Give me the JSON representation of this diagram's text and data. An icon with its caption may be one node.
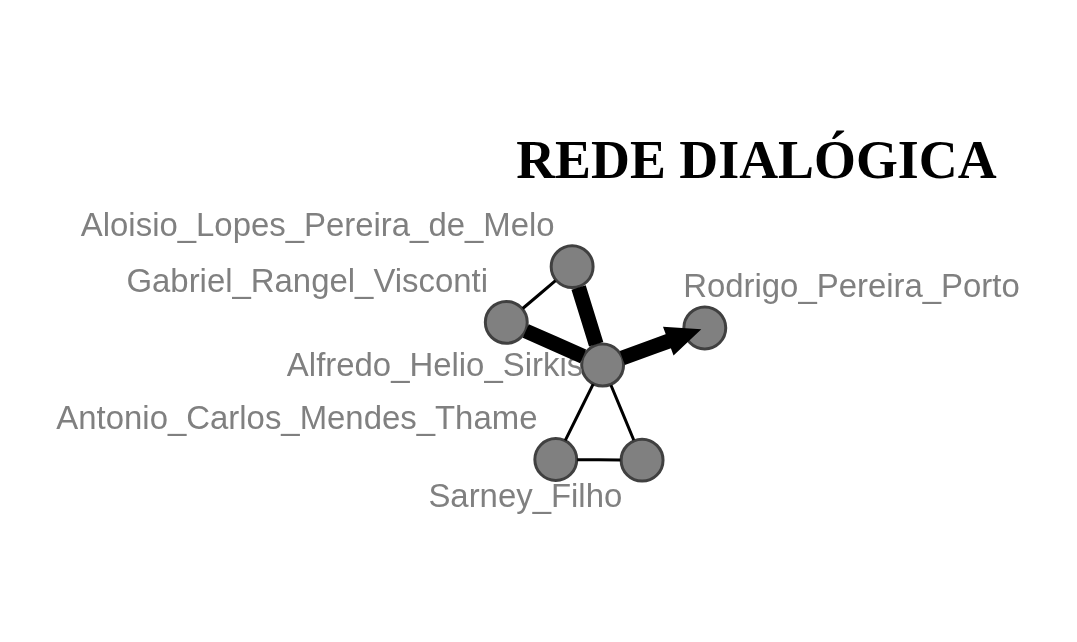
{
  "diagram": {
    "title": "REDE DIALÓGICA",
    "nodes": [
      {
        "text": [],
        "shape": "circle",
        "beside": [
          "Antonio_Carlos_Mendes_Thame"
        ]
      },
      {
        "text": [],
        "shape": "circle",
        "beside": [
          "Sarney_Filho"
        ]
      },
      {
        "text": [],
        "shape": "circle",
        "beside": [
          "Alfredo_Helio_Sirkis"
        ]
      },
      {
        "text": [],
        "shape": "circle",
        "beside": [
          "Aloisio_Lopes_Pereira_de_Melo"
        ]
      },
      {
        "text": [],
        "shape": "circle",
        "beside": [
          "Rodrigo_Pereira_Porto"
        ]
      },
      {
        "text": [],
        "shape": "circle",
        "beside": [
          "Gabriel_Rangel_Visconti"
        ]
      }
    ],
    "edges": [
      {
        "from": 1,
        "to": 0,
        "arrow": "none"
      },
      {
        "from": 1,
        "to": 2,
        "arrow": "none"
      },
      {
        "from": 0,
        "to": 2,
        "arrow": "none"
      },
      {
        "from": 2,
        "to": 3,
        "arrow": "none",
        "style": "thick"
      },
      {
        "from": 2,
        "to": 4,
        "arrow": "to",
        "style": "thick"
      },
      {
        "from": 2,
        "to": 5,
        "arrow": "none",
        "style": "thick"
      },
      {
        "from": 3,
        "to": 5,
        "arrow": "none"
      }
    ]
  }
}
